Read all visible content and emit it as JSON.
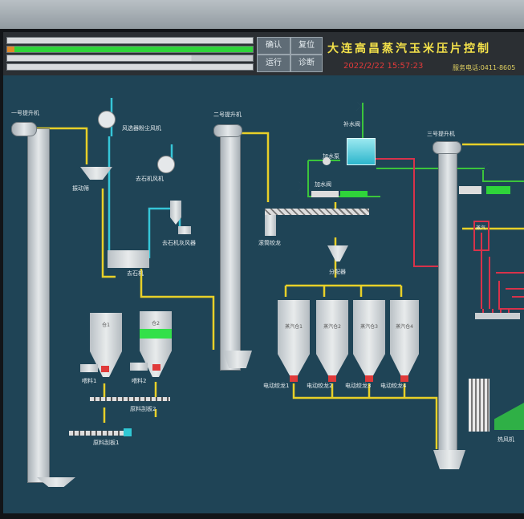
{
  "header": {
    "title": "大连高昌蒸汽玉米压片控制",
    "datetime": "2022/2/22 15:57:23",
    "service_phone": "服务电话:0411-8605",
    "button_1": "确认",
    "button_2": "运行",
    "button_3": "复位",
    "button_4": "诊断"
  },
  "labels": {
    "elevator_1": "一号提升机",
    "elevator_2": "二号提升机",
    "elevator_3": "三号提升机",
    "fan_dust": "风选器粉尘风机",
    "vibro_sieve": "振动筛",
    "stone_fan": "去石机风机",
    "stone_remover": "去石机",
    "stone_collector": "去石机灰风器",
    "makeup_water": "补水阀",
    "water_add": "加水泵",
    "water_valve": "加水阀",
    "conveyor": "滚筒绞龙",
    "distributor": "分配器",
    "steam_bin_1": "蒸汽仓1",
    "steam_bin_2": "蒸汽仓2",
    "steam_bin_3": "蒸汽仓3",
    "steam_bin_4": "蒸汽仓4",
    "raw_bin_1": "仓1",
    "raw_bin_2": "仓2",
    "auger_1": "电动绞龙1",
    "auger_2": "电动绞龙2",
    "auger_3": "电动绞龙3",
    "auger_4": "电动绞龙4",
    "feeder_1": "喂料1",
    "feeder_2": "喂料2",
    "raw_conveyor_2": "原料刮板2",
    "raw_conveyor_1": "原料刮板1",
    "steam_main": "蒸汽",
    "hot_air_fan": "热风机"
  },
  "colors": {
    "screen_bg": "#1f4456",
    "grain_line": "#e8d028",
    "air_line": "#36c6d8",
    "steam_line": "#d8324a",
    "water_line": "#3bc43b",
    "title_color": "#f4e24a",
    "datetime_color": "#e53a3a"
  }
}
